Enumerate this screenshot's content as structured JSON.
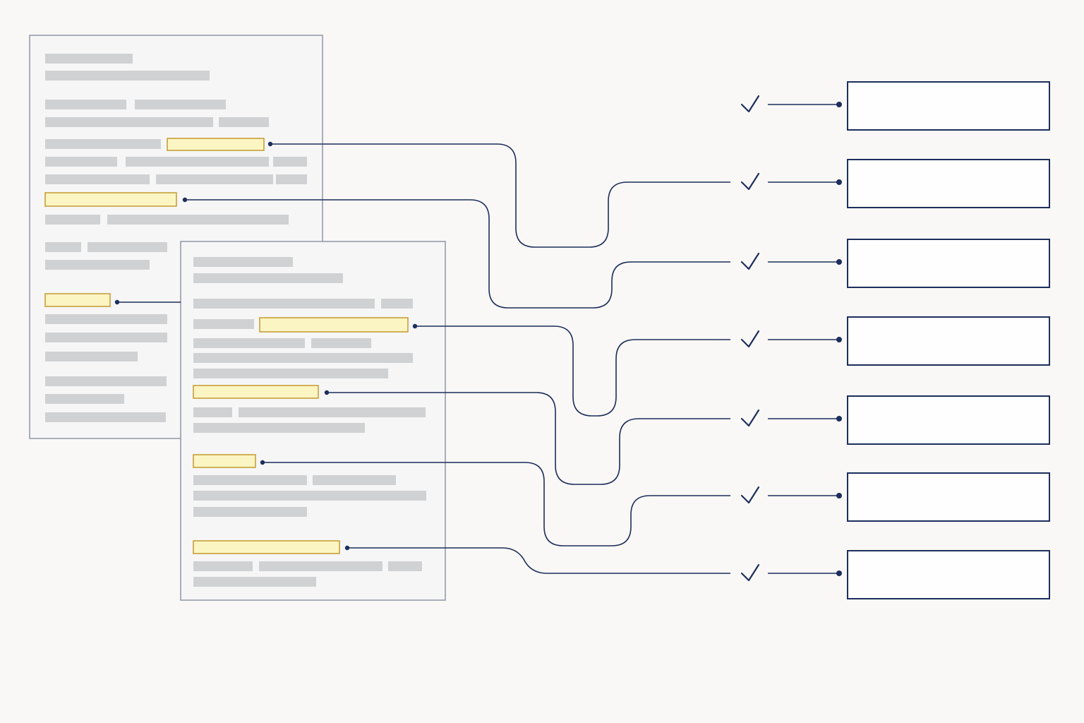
{
  "colors": {
    "background": "#f9f8f6",
    "navy": "#1c2e5c",
    "document_fill": "#f6f6f6",
    "document_border": "#8e96a6",
    "placeholder_text": "#d0d1d3",
    "highlight_fill": "#fbf5c4",
    "highlight_border": "#c49a2c",
    "target_fill": "#fefefe"
  },
  "documents": [
    {
      "name": "document-back",
      "highlight_count": 3
    },
    {
      "name": "document-front",
      "highlight_count": 4
    }
  ],
  "links": [
    {
      "from": "document-back",
      "highlight": 1,
      "to_target": 2,
      "verified": true
    },
    {
      "from": "document-back",
      "highlight": 2,
      "to_target": 3,
      "verified": true
    },
    {
      "from": "document-back",
      "highlight": 3,
      "to_target": null,
      "verified": false
    },
    {
      "from": "document-front",
      "highlight": 1,
      "to_target": 4,
      "verified": true
    },
    {
      "from": "document-front",
      "highlight": 2,
      "to_target": 5,
      "verified": true
    },
    {
      "from": "document-front",
      "highlight": 3,
      "to_target": 6,
      "verified": true
    },
    {
      "from": "document-front",
      "highlight": 4,
      "to_target": 7,
      "verified": true
    }
  ],
  "targets": [
    {
      "index": 1,
      "label": "",
      "check_icon": "check-icon"
    },
    {
      "index": 2,
      "label": "",
      "check_icon": "check-icon"
    },
    {
      "index": 3,
      "label": "",
      "check_icon": "check-icon"
    },
    {
      "index": 4,
      "label": "",
      "check_icon": "check-icon"
    },
    {
      "index": 5,
      "label": "",
      "check_icon": "check-icon"
    },
    {
      "index": 6,
      "label": "",
      "check_icon": "check-icon"
    },
    {
      "index": 7,
      "label": "",
      "check_icon": "check-icon"
    }
  ]
}
